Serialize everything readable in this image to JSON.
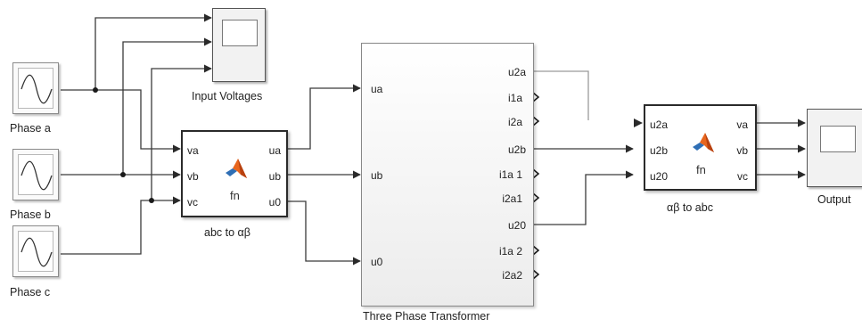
{
  "blocks": {
    "phase_a": {
      "label": "Phase a"
    },
    "phase_b": {
      "label": "Phase b"
    },
    "phase_c": {
      "label": "Phase c"
    },
    "input_scope": {
      "label": "Input Voltages"
    },
    "abc_to_ab": {
      "label": "abc to αβ",
      "fn_label": "fn",
      "inputs": [
        "va",
        "vb",
        "vc"
      ],
      "outputs": [
        "ua",
        "ub",
        "u0"
      ]
    },
    "transformer": {
      "label": "Three Phase Transformer",
      "inputs": [
        "ua",
        "ub",
        "u0"
      ],
      "outputs": [
        "u2a",
        "i1a",
        "i2a",
        "u2b",
        "i1a 1",
        "i2a1",
        "u20",
        "i1a 2",
        "i2a2"
      ]
    },
    "ab_to_abc": {
      "label": "αβ to abc",
      "fn_label": "fn",
      "inputs": [
        "u2a",
        "u2b",
        "u20"
      ],
      "outputs": [
        "va",
        "vb",
        "vc"
      ]
    },
    "output_scope": {
      "label": "Output"
    }
  },
  "colors": {
    "wire": "#3a3a3a",
    "wire_light": "#9a9a9a",
    "matlab_logo_1": "#e8661e",
    "matlab_logo_2": "#2f6fb5"
  },
  "icons": {
    "sine": "sine-wave-icon",
    "scope": "scope-screen-icon",
    "matlab": "matlab-logo-icon"
  }
}
